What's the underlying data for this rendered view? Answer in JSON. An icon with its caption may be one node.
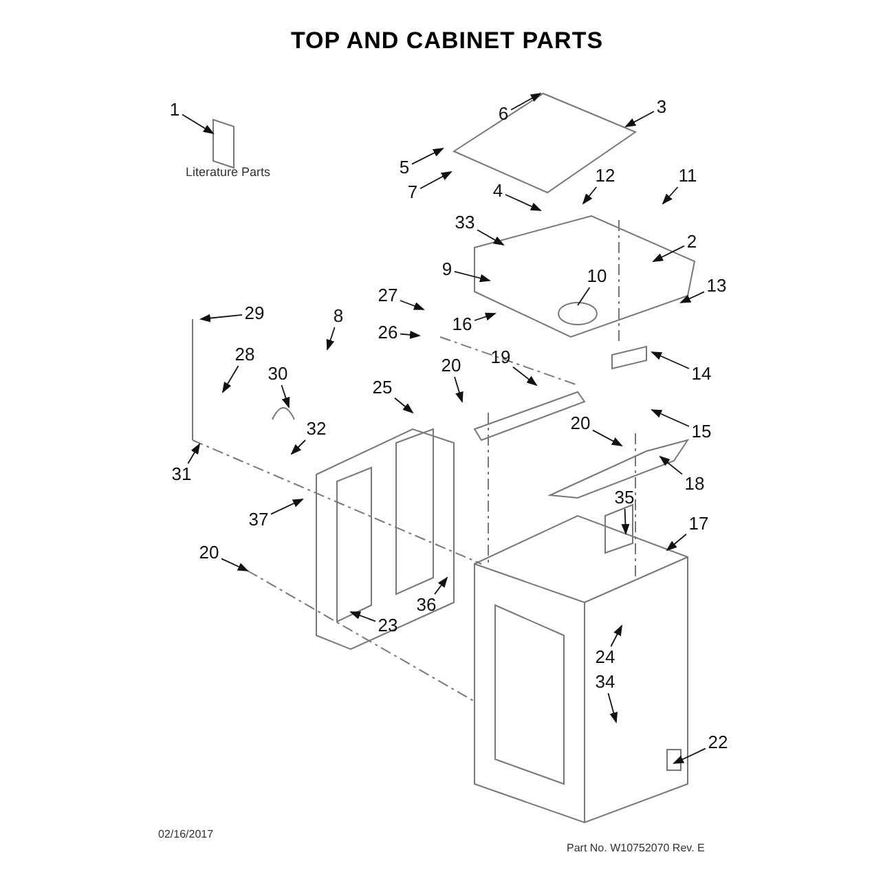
{
  "diagram": {
    "title": "TOP AND CABINET PARTS",
    "nodes": [
      {
        "text": [
          "1"
        ]
      },
      {
        "text": [
          "6"
        ]
      },
      {
        "text": [
          "3"
        ]
      },
      {
        "text": [
          "5"
        ]
      },
      {
        "text": [
          "7"
        ]
      },
      {
        "text": [
          "4"
        ]
      },
      {
        "text": [
          "12"
        ]
      },
      {
        "text": [
          "11"
        ]
      },
      {
        "text": [
          "33"
        ]
      },
      {
        "text": [
          "2"
        ]
      },
      {
        "text": [
          "9"
        ]
      },
      {
        "text": [
          "10"
        ]
      },
      {
        "text": [
          "13"
        ]
      },
      {
        "text": [
          "27"
        ]
      },
      {
        "text": [
          "16"
        ]
      },
      {
        "text": [
          "29"
        ]
      },
      {
        "text": [
          "8"
        ]
      },
      {
        "text": [
          "26"
        ]
      },
      {
        "text": [
          "28"
        ]
      },
      {
        "text": [
          "30"
        ]
      },
      {
        "text": [
          "14"
        ]
      },
      {
        "text": [
          "19"
        ]
      },
      {
        "text": [
          "25"
        ]
      },
      {
        "text": [
          "20"
        ]
      },
      {
        "text": [
          "15"
        ]
      },
      {
        "text": [
          "20"
        ]
      },
      {
        "text": [
          "32"
        ]
      },
      {
        "text": [
          "31"
        ]
      },
      {
        "text": [
          "18"
        ]
      },
      {
        "text": [
          "35"
        ]
      },
      {
        "text": [
          "37"
        ]
      },
      {
        "text": [
          "17"
        ]
      },
      {
        "text": [
          "20"
        ]
      },
      {
        "text": [
          "36"
        ]
      },
      {
        "text": [
          "23"
        ]
      },
      {
        "text": [
          "24"
        ]
      },
      {
        "text": [
          "34"
        ]
      },
      {
        "text": [
          "22"
        ]
      }
    ],
    "edges": [
      {
        "from": 0,
        "to": null,
        "arrow": "to"
      },
      {
        "from": 1,
        "to": null,
        "arrow": "to"
      },
      {
        "from": 2,
        "to": null,
        "arrow": "to"
      },
      {
        "from": 3,
        "to": null,
        "arrow": "to"
      },
      {
        "from": 4,
        "to": null,
        "arrow": "to"
      },
      {
        "from": 5,
        "to": null,
        "arrow": "to"
      },
      {
        "from": 6,
        "to": null,
        "arrow": "to"
      },
      {
        "from": 7,
        "to": null,
        "arrow": "to"
      },
      {
        "from": 8,
        "to": null,
        "arrow": "to"
      },
      {
        "from": 9,
        "to": null,
        "arrow": "to"
      },
      {
        "from": 10,
        "to": null,
        "arrow": "to"
      },
      {
        "from": 11,
        "to": null,
        "arrow": "none"
      },
      {
        "from": 12,
        "to": null,
        "arrow": "to"
      },
      {
        "from": 13,
        "to": null,
        "arrow": "to"
      },
      {
        "from": 14,
        "to": null,
        "arrow": "to"
      },
      {
        "from": 15,
        "to": null,
        "arrow": "to"
      },
      {
        "from": 16,
        "to": null,
        "arrow": "to"
      },
      {
        "from": 17,
        "to": null,
        "arrow": "to"
      },
      {
        "from": 18,
        "to": null,
        "arrow": "to"
      },
      {
        "from": 19,
        "to": null,
        "arrow": "to"
      },
      {
        "from": 20,
        "to": null,
        "arrow": "to"
      },
      {
        "from": 21,
        "to": null,
        "arrow": "to"
      },
      {
        "from": 22,
        "to": null,
        "arrow": "to"
      },
      {
        "from": 23,
        "to": null,
        "arrow": "to"
      },
      {
        "from": 24,
        "to": null,
        "arrow": "to"
      },
      {
        "from": 25,
        "to": null,
        "arrow": "to"
      },
      {
        "from": 26,
        "to": null,
        "arrow": "to"
      },
      {
        "from": 27,
        "to": null,
        "arrow": "to"
      },
      {
        "from": 28,
        "to": null,
        "arrow": "to"
      },
      {
        "from": 29,
        "to": null,
        "arrow": "to"
      },
      {
        "from": 30,
        "to": null,
        "arrow": "to"
      },
      {
        "from": 31,
        "to": null,
        "arrow": "to"
      },
      {
        "from": 32,
        "to": null,
        "arrow": "to"
      },
      {
        "from": 33,
        "to": null,
        "arrow": "to"
      },
      {
        "from": 34,
        "to": null,
        "arrow": "to"
      },
      {
        "from": 35,
        "to": null,
        "arrow": "to"
      },
      {
        "from": 36,
        "to": null,
        "arrow": "to"
      },
      {
        "from": 37,
        "to": null,
        "arrow": "to"
      }
    ],
    "labels": [
      "Literature Parts",
      "02/16/2017",
      "Part No. W10752070 Rev. E"
    ]
  }
}
